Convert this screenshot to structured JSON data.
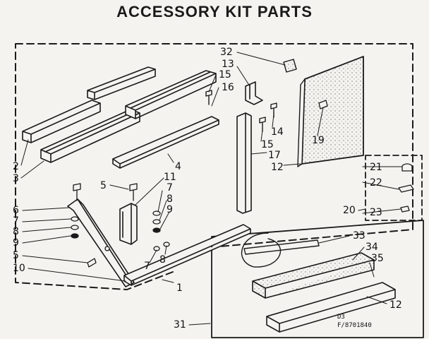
{
  "title": "ACCESSORY KIT PARTS",
  "callouts": [
    {
      "id": "c32",
      "text": "32"
    },
    {
      "id": "c13",
      "text": "13"
    },
    {
      "id": "c15a",
      "text": "15"
    },
    {
      "id": "c16",
      "text": "16"
    },
    {
      "id": "c14",
      "text": "14"
    },
    {
      "id": "c15b",
      "text": "15"
    },
    {
      "id": "c17",
      "text": "17"
    },
    {
      "id": "c12a",
      "text": "12"
    },
    {
      "id": "c19",
      "text": "19"
    },
    {
      "id": "c4",
      "text": "4"
    },
    {
      "id": "c11",
      "text": "11"
    },
    {
      "id": "c7a",
      "text": "7"
    },
    {
      "id": "c8a",
      "text": "8"
    },
    {
      "id": "c9a",
      "text": "9"
    },
    {
      "id": "c5a",
      "text": "5"
    },
    {
      "id": "c2",
      "text": "2"
    },
    {
      "id": "c3",
      "text": "3"
    },
    {
      "id": "c6",
      "text": "6"
    },
    {
      "id": "c7b",
      "text": "7"
    },
    {
      "id": "c8b",
      "text": "8"
    },
    {
      "id": "c9b",
      "text": "9"
    },
    {
      "id": "c5b",
      "text": "5"
    },
    {
      "id": "c10",
      "text": "10"
    },
    {
      "id": "c7c",
      "text": "7"
    },
    {
      "id": "c8c",
      "text": "8"
    },
    {
      "id": "c21",
      "text": "21"
    },
    {
      "id": "c22",
      "text": "22"
    },
    {
      "id": "c20",
      "text": "20"
    },
    {
      "id": "c23",
      "text": "23"
    },
    {
      "id": "c33",
      "text": "33"
    },
    {
      "id": "c34",
      "text": "34"
    },
    {
      "id": "c35",
      "text": "35"
    },
    {
      "id": "c1",
      "text": "1"
    },
    {
      "id": "c12b",
      "text": "12"
    },
    {
      "id": "c31",
      "text": "31"
    }
  ],
  "codes": {
    "line1": "D3",
    "line2": "F/8701840"
  },
  "colors": {
    "ink": "#1a1a1a",
    "paper": "#f4f3ef",
    "stipple": "#8a8a8a"
  }
}
